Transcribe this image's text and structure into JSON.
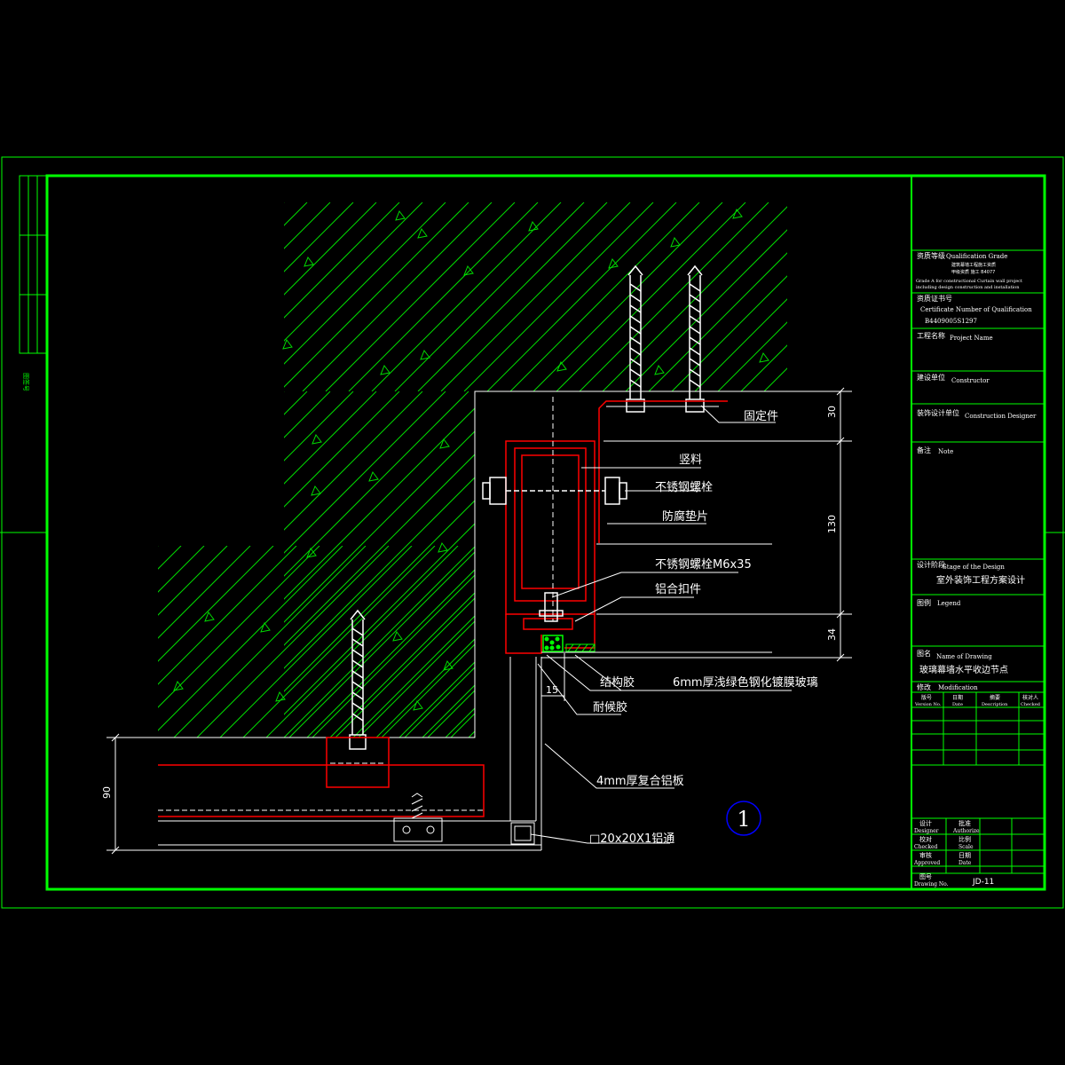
{
  "title_block": {
    "qualification_cn": "资质等级",
    "qualification_en": "Qualification Grade",
    "qualification_line1": "建筑幕墙工程施工资质",
    "qualification_line2": "甲级资质 施工 B4077",
    "qualification_line3": "Grade A for constructional Curtain wall project",
    "qualification_line4": "including design construction and installation",
    "certificate_cn": "资质证书号",
    "certificate_en": "Certificate Number of Qualification",
    "certificate_no": "B4409005S1297",
    "project_cn": "工程名称",
    "project_en": "Project Name",
    "constructor_cn": "建设单位",
    "constructor_en": "Constructor",
    "designer_cn": "装饰设计单位",
    "designer_en": "Construction  Designer",
    "note_cn": "备注",
    "note_en": "Note",
    "stage_cn": "设计阶段",
    "stage_en": "Stage of the Design",
    "stage_value": "室外装饰工程方案设计",
    "legend_cn": "图例",
    "legend_en": "Legend",
    "drawing_name_cn": "图名",
    "drawing_name_en": "Name of Drawing",
    "drawing_name": "玻璃幕墙水平收边节点",
    "modification_cn": "修改",
    "modification_en": "Modification",
    "version_cn": "版号",
    "version_en": "Version No.",
    "date_cn": "日期",
    "date_en": "Date",
    "description_cn": "摘要",
    "description_en": "Description",
    "checked_col_cn": "核对人",
    "checked_col_en": "Checked",
    "designer_row_cn": "设计",
    "designer_row_en": "Designer",
    "authorize_cn": "批准",
    "authorize_en": "Authorize",
    "checked_row_cn": "校对",
    "checked_row_en": "Checked",
    "scale_cn": "比例",
    "scale_en": "Scale",
    "approved_cn": "审核",
    "approved_en": "Approved",
    "dated_cn": "日期",
    "dated_en": "Date",
    "drawing_no_cn": "图号",
    "drawing_no_en": "Drawing No.",
    "drawing_no": "JD-11"
  },
  "side_strip_label": "图签号",
  "labels": {
    "fixing_part": "固定件",
    "vertical_member": "竖料",
    "ss_bolt": "不锈钢螺栓",
    "anticorrosion_pad": "防腐垫片",
    "ss_bolt_m6": "不锈钢螺栓M6x35",
    "alu_clip": "铝合扣件",
    "structural_sealant": "结构胶",
    "weather_sealant": "耐候胶",
    "glass": "6mm厚浅绿色钢化镀膜玻璃",
    "alu_panel": "4mm厚复合铝板",
    "alu_tube": "□20x20X1铝通"
  },
  "dimensions": {
    "d30": "30",
    "d130": "130",
    "d34": "34",
    "d15": "15",
    "d90": "90"
  },
  "detail_number": "1",
  "colors": {
    "frame": "#00ff00",
    "hatch": "#00dd00",
    "steel": "#ff0000",
    "linework": "#ffffff",
    "circle": "#0000ff"
  }
}
